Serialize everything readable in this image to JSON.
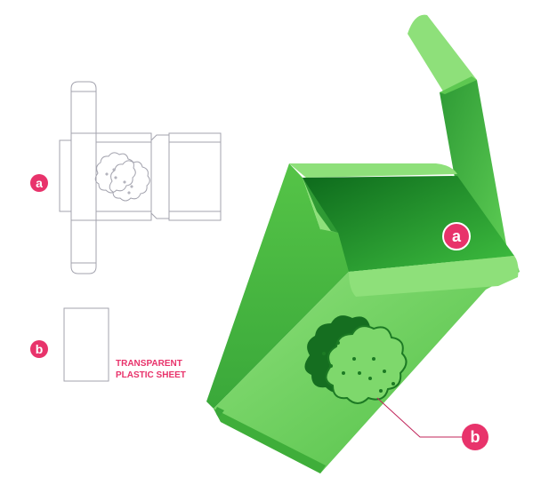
{
  "markers": {
    "dieline_a": "a",
    "dieline_b": "b",
    "box_a": "a",
    "box_b": "b"
  },
  "caption": {
    "line1": "TRANSPARENT",
    "line2": "PLASTIC SHEET"
  },
  "colors": {
    "marker_fill": "#e8336b",
    "caption_text": "#e8336b",
    "box_light_green": "#8ee07a",
    "box_mid_green": "#55c447",
    "box_dark_green": "#1f8f2a",
    "dieline_stroke": "#9a9aa6",
    "leader_line": "#c0245a"
  }
}
